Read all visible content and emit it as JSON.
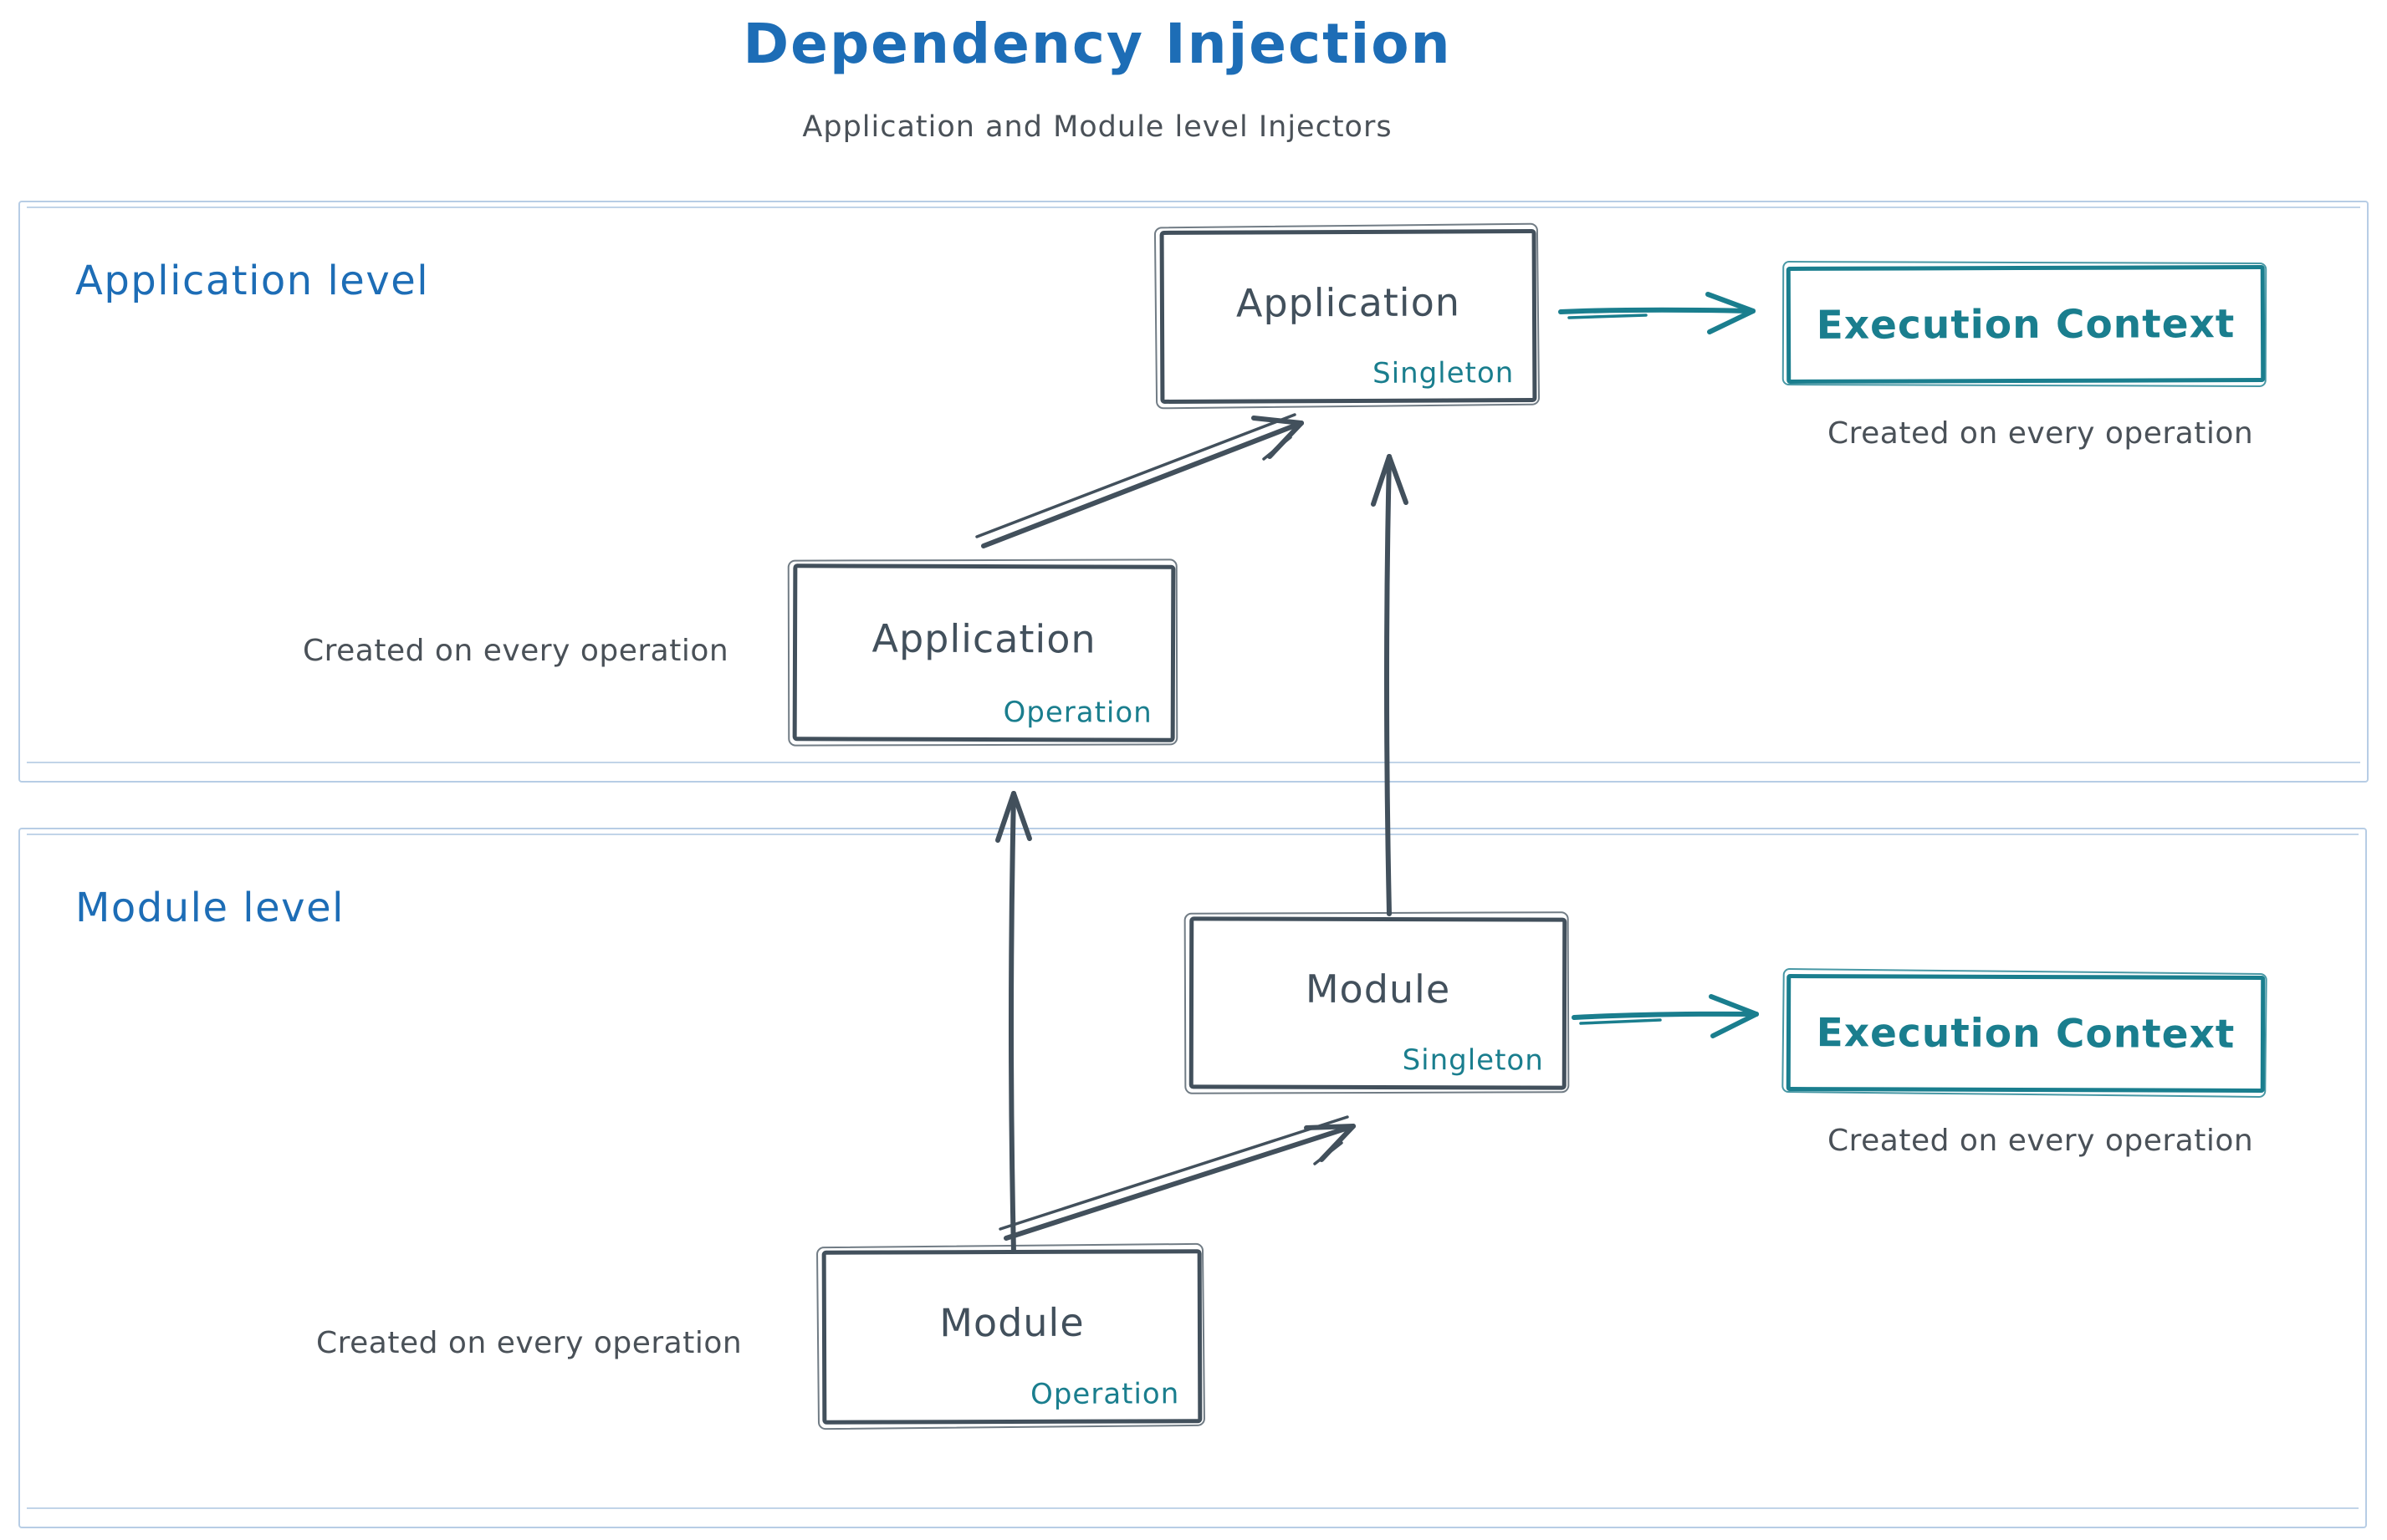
{
  "title": "Dependency Injection",
  "subtitle": "Application and Module level Injectors",
  "colors": {
    "title_blue": "#1d6db6",
    "ink": "#42505c",
    "teal": "#1a7e8e",
    "note_gray": "#4a5158",
    "section_border": "#b7cde5"
  },
  "application_level": {
    "label": "Application level",
    "singleton_box": {
      "title": "Application",
      "tag": "Singleton"
    },
    "operation_box": {
      "title": "Application",
      "tag": "Operation"
    },
    "operation_note": "Created on every operation",
    "execution_box": {
      "label": "Execution Context"
    },
    "execution_note": "Created on every operation"
  },
  "module_level": {
    "label": "Module level",
    "singleton_box": {
      "title": "Module",
      "tag": "Singleton"
    },
    "operation_box": {
      "title": "Module",
      "tag": "Operation"
    },
    "operation_note": "Created on every operation",
    "execution_box": {
      "label": "Execution Context"
    },
    "execution_note": "Created on every operation"
  }
}
